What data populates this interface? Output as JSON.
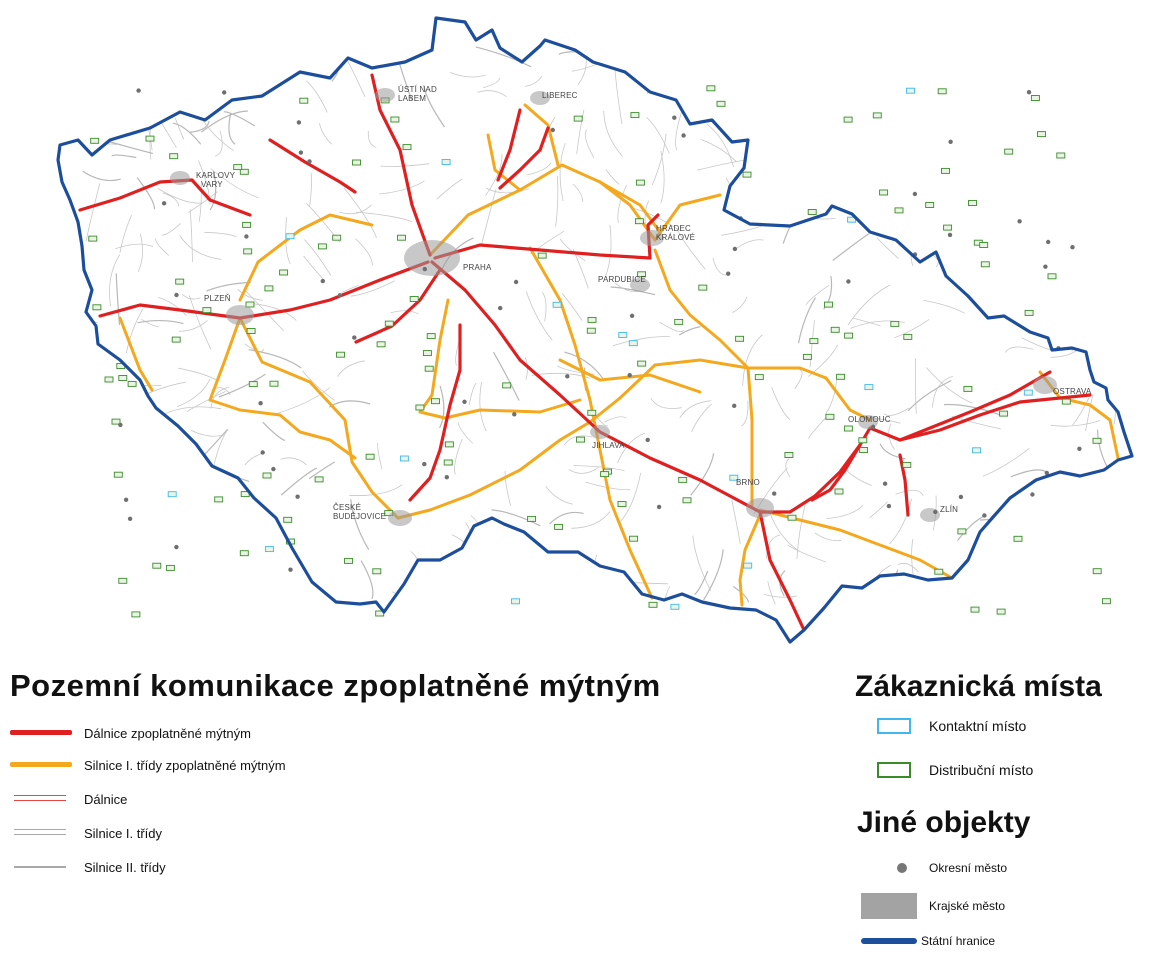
{
  "map": {
    "colors": {
      "border": "#1d4e9c",
      "motorway_toll": "#e02020",
      "road_class1_toll": "#f4a81d",
      "minor_roads": "#c8c8c8",
      "contact_point": "#3fb8ee",
      "distribution_point": "#3a8c2a"
    },
    "city_labels": [
      {
        "id": "karlovy-vary-1",
        "text": "KARLOVY"
      },
      {
        "id": "karlovy-vary-2",
        "text": "VARY"
      },
      {
        "id": "usti-1",
        "text": "ÚSTÍ NAD"
      },
      {
        "id": "usti-2",
        "text": "LABEM"
      },
      {
        "id": "liberec",
        "text": "LIBEREC"
      },
      {
        "id": "praha",
        "text": "PRAHA"
      },
      {
        "id": "plzen",
        "text": "PLZEŇ"
      },
      {
        "id": "hradec-1",
        "text": "HRADEC"
      },
      {
        "id": "hradec-2",
        "text": "KRÁLOVÉ"
      },
      {
        "id": "pardubice",
        "text": "PARDUBICE"
      },
      {
        "id": "ceske-1",
        "text": "ČESKÉ"
      },
      {
        "id": "ceske-2",
        "text": "BUDĚJOVICE"
      },
      {
        "id": "jihlava",
        "text": "JIHLAVA"
      },
      {
        "id": "brno",
        "text": "BRNO"
      },
      {
        "id": "olomouc",
        "text": "OLOMOUC"
      },
      {
        "id": "ostrava",
        "text": "OSTRAVA"
      },
      {
        "id": "zlin",
        "text": "ZLÍN"
      }
    ]
  },
  "legend_roads": {
    "title": "Pozemní komunikace zpoplatněné mýtným",
    "items": [
      {
        "label": "Dálnice  zpoplatněné mýtným",
        "style": "red"
      },
      {
        "label": "Silnice I. třídy zpoplatněné mýtným",
        "style": "orange"
      },
      {
        "label": "Dálnice",
        "style": "double-red"
      },
      {
        "label": "Silnice I. třídy",
        "style": "double-grey"
      },
      {
        "label": "Silnice II. třídy",
        "style": "grey"
      }
    ]
  },
  "legend_places": {
    "title": "Zákaznická místa",
    "contact_label": "Kontaktní místo",
    "distribution_label": "Distribuční místo"
  },
  "legend_other": {
    "title": "Jiné objekty",
    "district_city_label": "Okresní město",
    "regional_city_label": "Krajské město",
    "state_border_label": "Státní hranice"
  }
}
